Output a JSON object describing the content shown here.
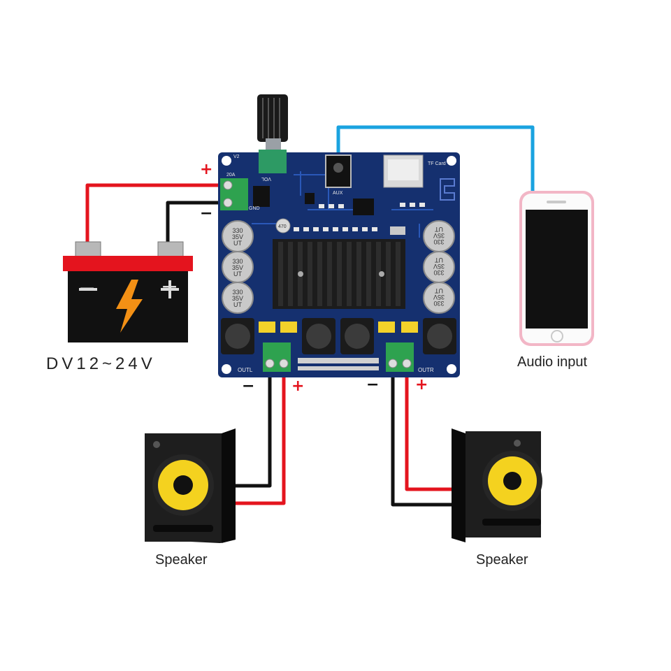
{
  "labels": {
    "voltage": "DV12~24V",
    "audio_input": "Audio input",
    "speaker_left": "Speaker",
    "speaker_right": "Speaker"
  },
  "signs": {
    "plus": "+",
    "minus": "−"
  },
  "board": {
    "vol": "VOL",
    "v2": "V2",
    "gnd": "GND",
    "pwr": "20A",
    "aux": "AUX",
    "tf_card": "TF Card",
    "outl": "OUTL",
    "outr": "OUTR",
    "cap_value": "330",
    "cap_voltage": "35V",
    "cap_brand": "UT",
    "small_cap": "470"
  },
  "colors": {
    "wire_red": "#e4141e",
    "wire_black": "#111111",
    "wire_blue": "#1aa3e0",
    "board_blue": "#15306f",
    "phone_pink": "#f2b6c6",
    "woofer_yellow": "#f4d21f"
  }
}
